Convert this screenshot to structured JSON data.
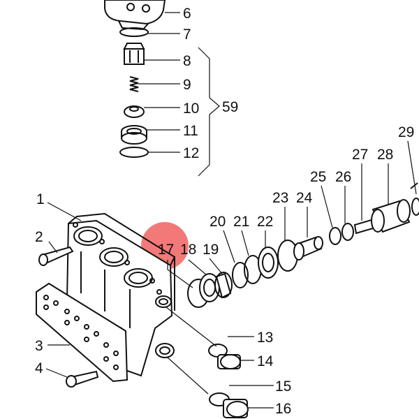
{
  "diagram": {
    "highlight_color": "#f26a6a",
    "line_color": "#111111",
    "labels": {
      "l1": "1",
      "l2": "2",
      "l3": "3",
      "l4": "4",
      "l6": "6",
      "l7": "7",
      "l8": "8",
      "l9": "9",
      "l10": "10",
      "l11": "11",
      "l12": "12",
      "l59": "59",
      "l13": "13",
      "l14": "14",
      "l15": "15",
      "l16": "16",
      "l17": "17",
      "l18": "18",
      "l19": "19",
      "l20": "20",
      "l21": "21",
      "l22": "22",
      "l23": "23",
      "l24": "24",
      "l25": "25",
      "l26": "26",
      "l27": "27",
      "l28": "28",
      "l29": "29"
    }
  }
}
